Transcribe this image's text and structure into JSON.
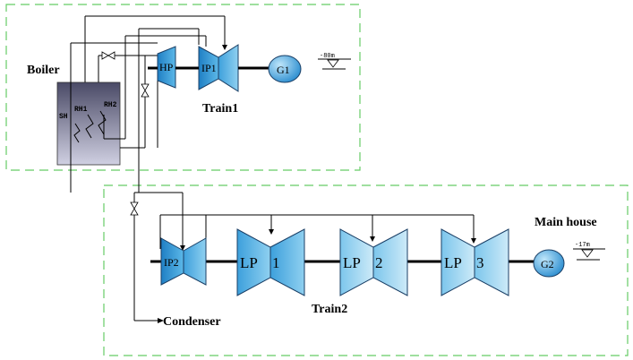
{
  "colors": {
    "frame": "#66cc66",
    "turbine_dark": "#2e8fd0",
    "turbine_mid": "#5cb8e8",
    "turbine_light": "#a8dcf3",
    "generator": "#4aa8dc",
    "boiler_top": "#4a4a66",
    "boiler_bottom": "#c8c8dc"
  },
  "icons": [
    "valve-icon",
    "arrow-icon",
    "ground-level-icon"
  ],
  "labels": {
    "boiler": "Boiler",
    "sh": "SH",
    "rh1": "RH1",
    "rh2": "RH2",
    "hp": "HP",
    "ip1": "IP1",
    "g1": "G1",
    "train1": "Train1",
    "elev1": "-80m",
    "main_house": "Main house",
    "ip2": "IP2",
    "lp": "LP",
    "lp_num1": "1",
    "lp_num2": "2",
    "lp_num3": "3",
    "g2": "G2",
    "elev2": "-17m",
    "train2": "Train2",
    "condenser": "Condenser"
  }
}
